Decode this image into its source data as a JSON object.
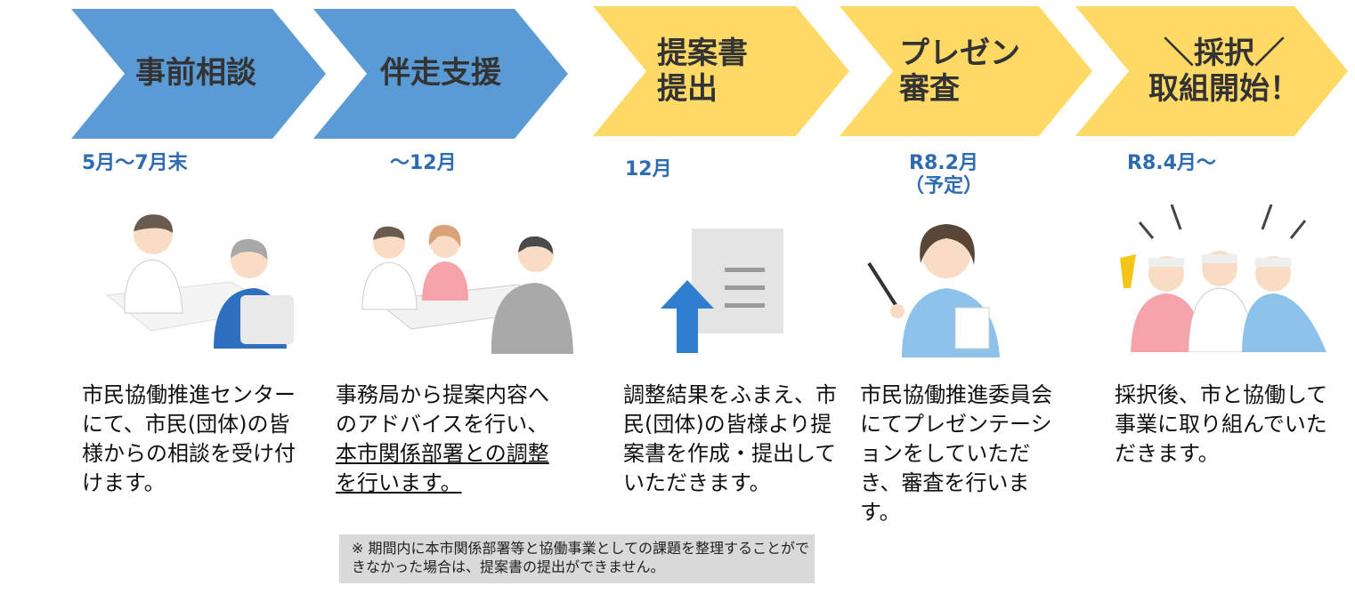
{
  "colors": {
    "blue_step": "#5b9bd5",
    "yellow_step": "#ffd966",
    "date_text": "#2e6bb0",
    "note_bg": "#d9d9d9"
  },
  "steps": [
    {
      "label": "事前相談",
      "date": "5月～7月末",
      "description": "市民協働推進センターにて、市民(団体)の皆様からの相談を受け付けます。"
    },
    {
      "label": "伴走支援",
      "date": "～12月",
      "description_a": "事務局から提案内容へのアドバイスを行い、",
      "description_b": "本市関係部署との調整を行います。"
    },
    {
      "label": "提案書\n提出",
      "date": "12月",
      "description": "調整結果をふまえ、市民(団体)の皆様より提案書を作成・提出していただきます。"
    },
    {
      "label": "プレゼン\n審査",
      "date": "R8.2月\n（予定）",
      "description": "市民協働推進委員会にてプレゼンテーションをしていただき、審査を行います。"
    },
    {
      "label": "＼採択／\n取組開始！",
      "date": "R8.4月～",
      "description": "採択後、市と協働して事業に取り組んでいただきます。"
    }
  ],
  "note": "※ 期間内に本市関係部署等と協働事業としての課題を整理することができなかった場合は、提案書の提出ができません。"
}
